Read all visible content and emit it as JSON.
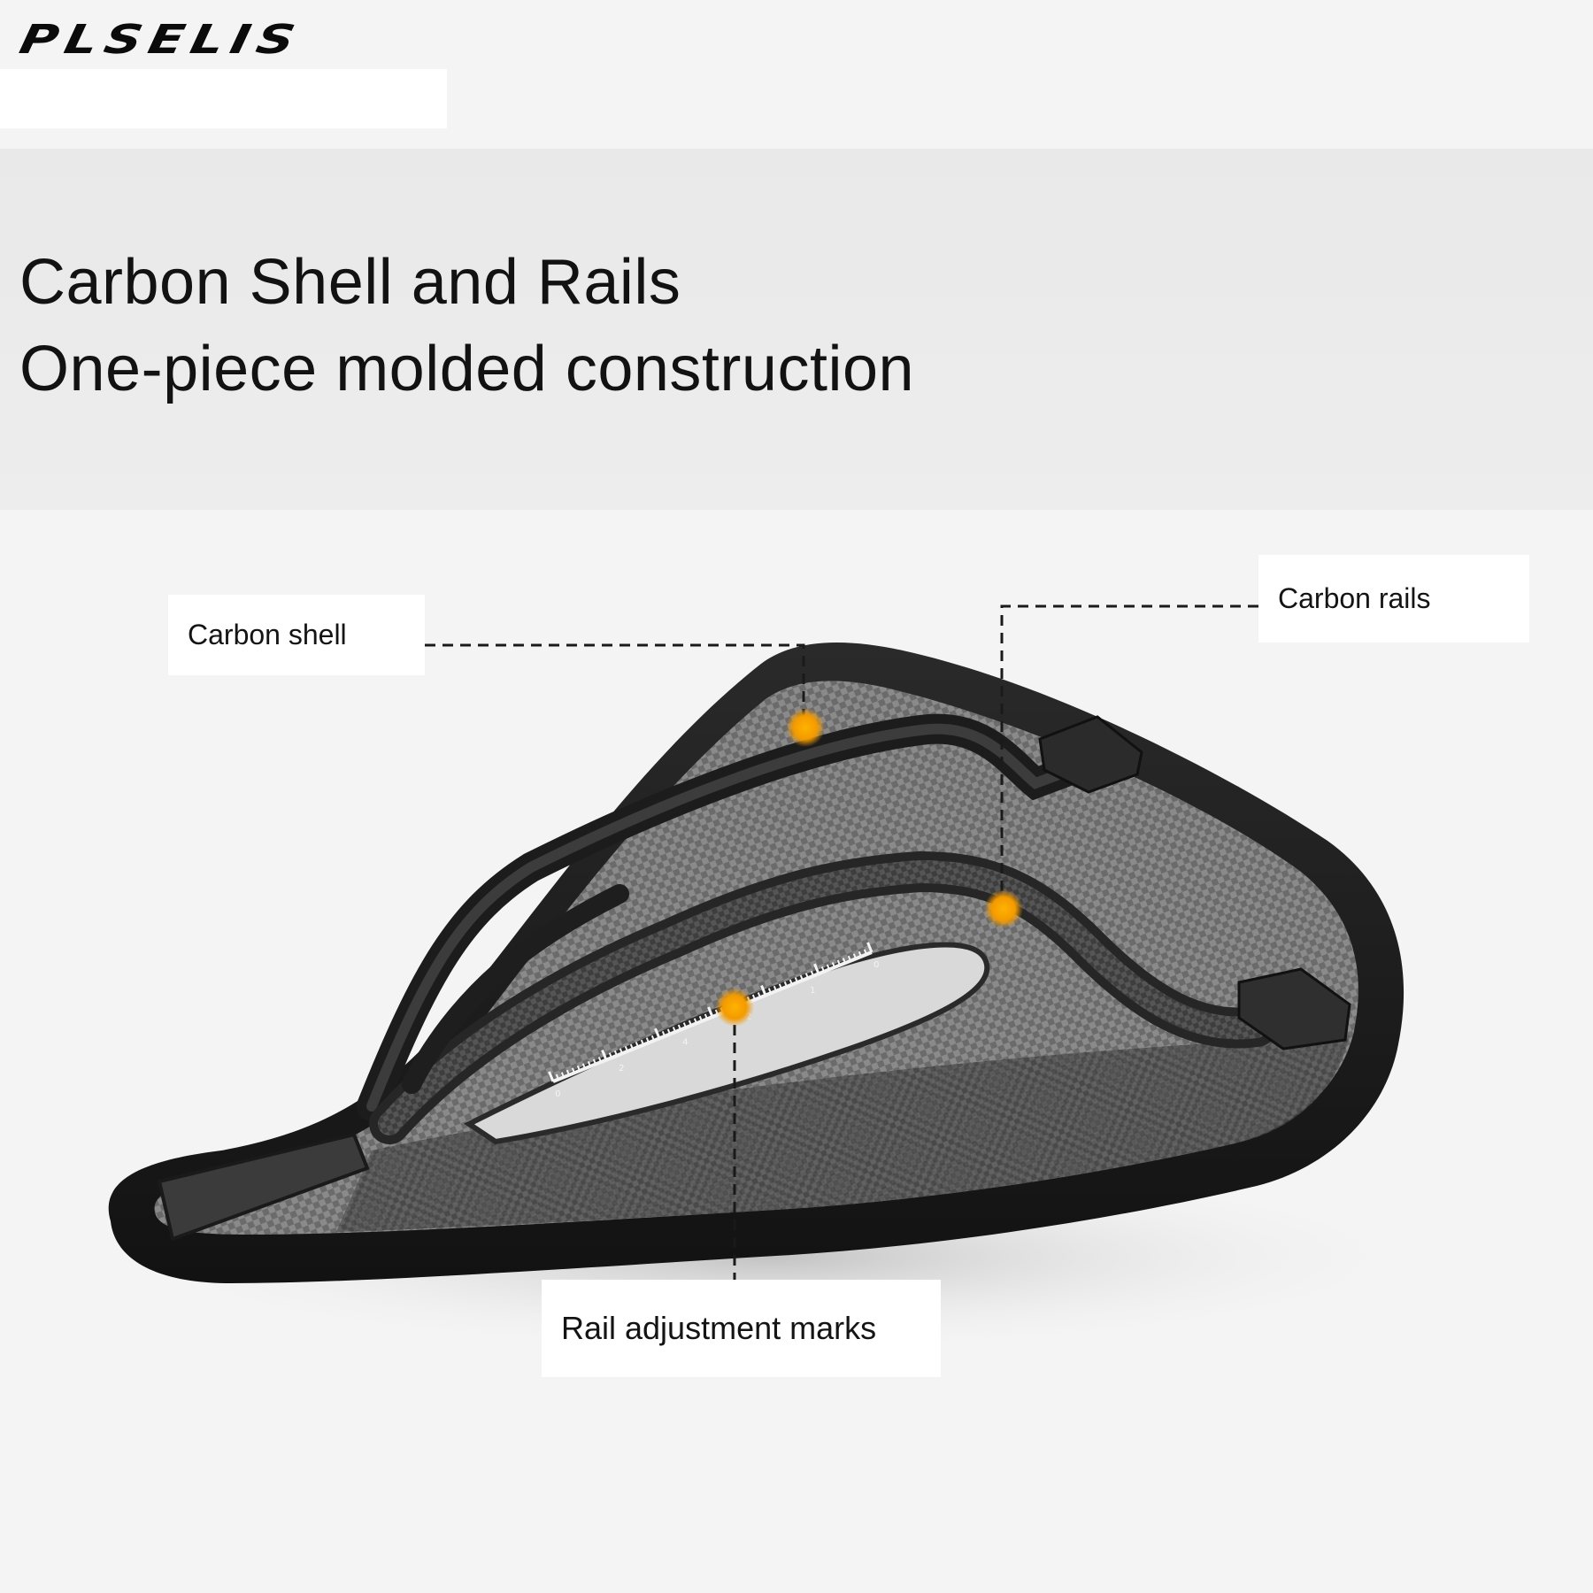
{
  "brand": {
    "logo_text": "PLSELIS"
  },
  "headline": {
    "line1": "Carbon Shell and Rails",
    "line2": "One-piece molded construction"
  },
  "callouts": {
    "shell": "Carbon shell",
    "rails": "Carbon rails",
    "marks": "Rail adjustment marks"
  },
  "scale_marks": [
    "0",
    "2",
    "4",
    "2",
    "1",
    "0"
  ],
  "colors": {
    "marker": "#f39a00",
    "carbon": "#3a3a3a",
    "rim": "#1e1e1e"
  }
}
